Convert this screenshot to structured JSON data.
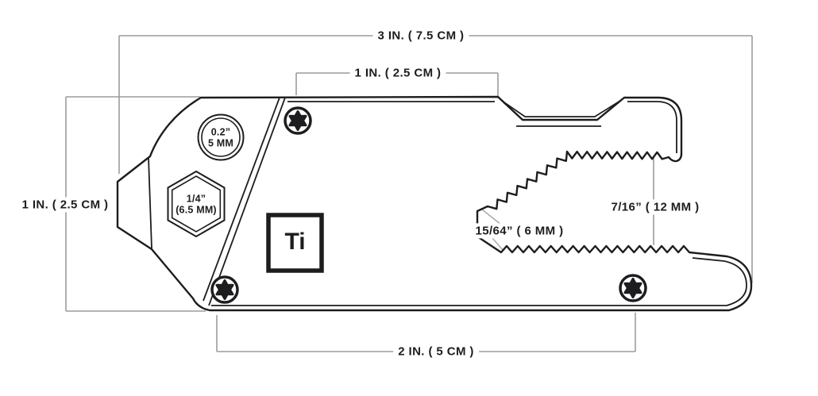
{
  "diagram": {
    "dimensions": {
      "overall_length": "3 IN. ( 7.5 CM )",
      "top_segment": "1 IN. ( 2.5 CM )",
      "height": "1 IN. ( 2.5 CM )",
      "bottom_segment": "2 IN. ( 5 CM )",
      "jaw_opening": "7/16” ( 12 MM )",
      "jaw_notch": "15/64” ( 6 MM )"
    },
    "features": {
      "round_driver": {
        "line1": "0.2”",
        "line2": "5 MM"
      },
      "hex_driver": {
        "line1": "1/4”",
        "line2": "(6.5 MM)"
      },
      "material_mark": "Ti"
    },
    "colors": {
      "line": "#1d1d1f",
      "dimension": "#9c9c9c",
      "background": "#ffffff"
    }
  }
}
